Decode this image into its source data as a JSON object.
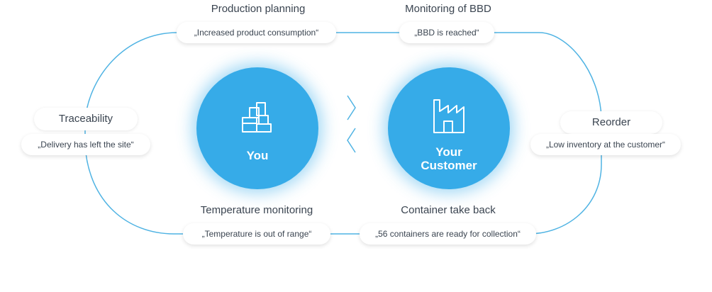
{
  "nodes": [
    {
      "key": "production",
      "title": "Production planning",
      "quote": "„Increased product consumption“"
    },
    {
      "key": "bbd",
      "title": "Monitoring of BBD",
      "quote": "„BBD is reached“"
    },
    {
      "key": "reorder",
      "title": "Reorder",
      "quote": "„Low inventory at the customer“"
    },
    {
      "key": "container",
      "title": "Container take back",
      "quote": "„56 containers are ready for collection“"
    },
    {
      "key": "temperature",
      "title": "Temperature monitoring",
      "quote": "„Temperature is out of range“"
    },
    {
      "key": "traceability",
      "title": "Traceability",
      "quote": "„Delivery has left the site“"
    }
  ],
  "actors": {
    "you": {
      "label": "You",
      "icon": "boxes-icon"
    },
    "customer": {
      "label_line1": "Your",
      "label_line2": "Customer",
      "icon": "factory-icon"
    }
  },
  "colors": {
    "accent": "#36abe8",
    "loop_line": "#4fb3e3",
    "text": "#3a4450"
  }
}
